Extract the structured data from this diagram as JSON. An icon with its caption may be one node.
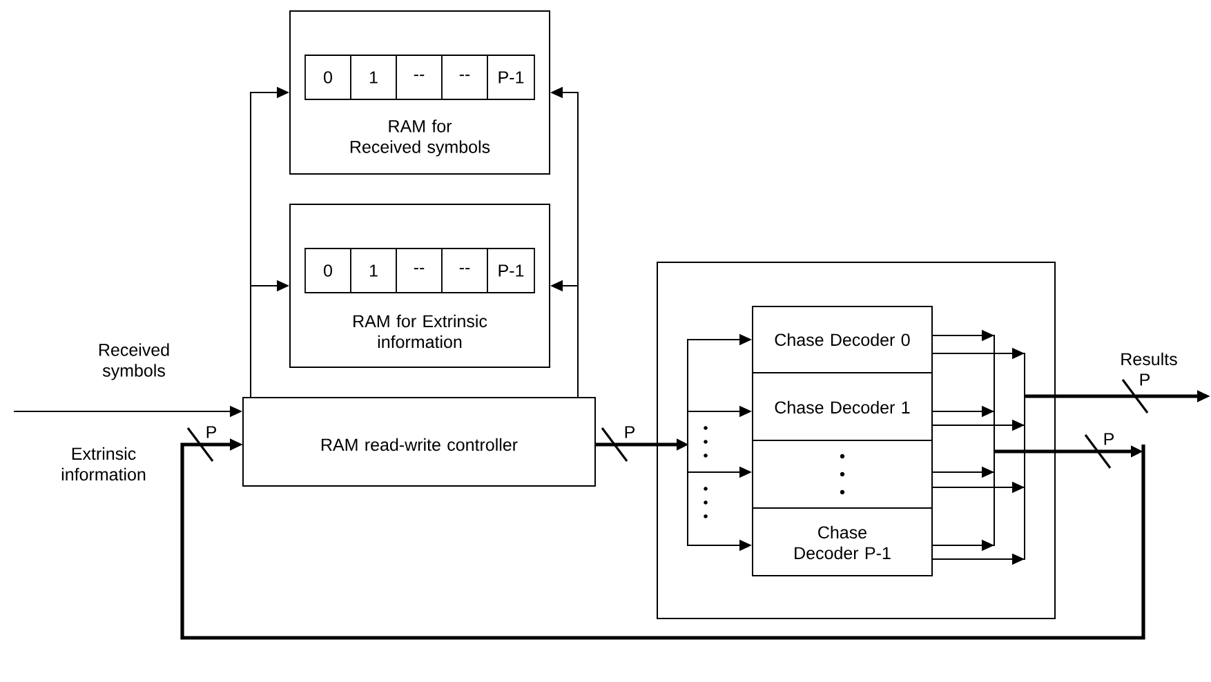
{
  "diagram": {
    "nodes": [
      {
        "text": [
          "RAM for Received symbols"
        ]
      },
      {
        "text": [
          "0"
        ],
        "in": 0
      },
      {
        "text": [
          "1"
        ],
        "in": 0
      },
      {
        "text": [
          "--"
        ],
        "in": 0
      },
      {
        "text": [
          "--"
        ],
        "in": 0
      },
      {
        "text": [
          "P-1"
        ],
        "in": 0
      },
      {
        "text": [
          "RAM for Extrinsic information"
        ]
      },
      {
        "text": [
          "0"
        ],
        "in": 6
      },
      {
        "text": [
          "1"
        ],
        "in": 6
      },
      {
        "text": [
          "--"
        ],
        "in": 6
      },
      {
        "text": [
          "--"
        ],
        "in": 6
      },
      {
        "text": [
          "P-1"
        ],
        "in": 6
      },
      {
        "text": [
          "RAM read-write controller"
        ]
      },
      {
        "text": [],
        "shape": "box"
      },
      {
        "text": [
          "Chase Decoder 0"
        ],
        "in": 13
      },
      {
        "text": [
          "Chase Decoder 1"
        ],
        "in": 13
      },
      {
        "text": [],
        "shape": "box",
        "in": 13
      },
      {
        "text": [
          "Chase Decoder  P-1"
        ],
        "in": 13
      }
    ],
    "edges": [
      {
        "from": 12,
        "to": 0,
        "arrow": "to"
      },
      {
        "from": 12,
        "to": 6,
        "arrow": "to"
      },
      {
        "from": 12,
        "to": 0,
        "arrow": "to"
      },
      {
        "from": 12,
        "to": 6,
        "arrow": "to"
      },
      {
        "from": null,
        "to": 12,
        "arrow": "to"
      },
      {
        "from": 12,
        "to": 14,
        "arrow": "to"
      },
      {
        "from": 12,
        "to": 15,
        "arrow": "to"
      },
      {
        "from": 12,
        "to": 16,
        "arrow": "to"
      },
      {
        "from": 12,
        "to": 17,
        "arrow": "to"
      },
      {
        "from": 14,
        "to": null,
        "arrow": "to"
      },
      {
        "from": 15,
        "to": null,
        "arrow": "to"
      },
      {
        "from": 16,
        "to": null,
        "arrow": "to"
      },
      {
        "from": 17,
        "to": null,
        "arrow": "to"
      },
      {
        "from": 14,
        "to": 12,
        "arrow": "to"
      },
      {
        "from": 15,
        "to": 12,
        "arrow": "to"
      },
      {
        "from": 16,
        "to": 12,
        "arrow": "to"
      },
      {
        "from": 17,
        "to": 12,
        "arrow": "to"
      }
    ],
    "labels": [
      "Received symbols",
      "Extrinsic information",
      "P",
      "P",
      "Results",
      "P",
      "P"
    ]
  }
}
